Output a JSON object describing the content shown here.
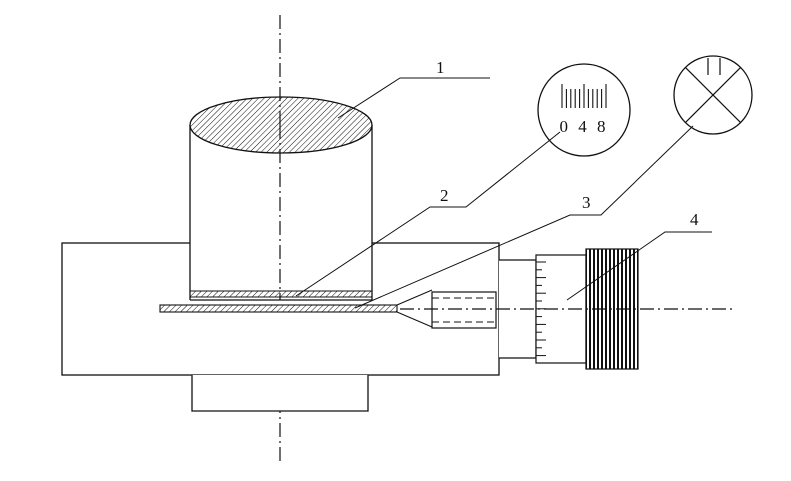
{
  "diagram": {
    "labels": {
      "part_1": "1",
      "part_2": "2",
      "part_3": "3",
      "part_4": "4"
    },
    "inset_scale_numbers": "0 4 8",
    "colors": {
      "stroke": "#111111",
      "background": "#ffffff"
    }
  }
}
